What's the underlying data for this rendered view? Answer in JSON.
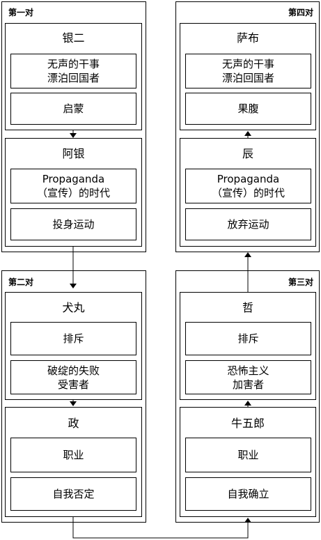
{
  "pairs": [
    {
      "label": "第一对",
      "members": [
        {
          "name": "银二",
          "boxes": [
            "无声的干事\n漂泊回国者",
            "启蒙"
          ]
        },
        {
          "name": "阿银",
          "boxes": [
            "Propaganda\n（宣传）的时代",
            "投身运动"
          ]
        }
      ]
    },
    {
      "label": "第二对",
      "members": [
        {
          "name": "犬丸",
          "boxes": [
            "排斥",
            "破绽的失败\n受害者"
          ]
        },
        {
          "name": "政",
          "boxes": [
            "职业",
            "自我否定"
          ]
        }
      ]
    },
    {
      "label": "第三对",
      "members": [
        {
          "name": "哲",
          "boxes": [
            "排斥",
            "恐怖主义\n加害者"
          ]
        },
        {
          "name": "牛五郎",
          "boxes": [
            "职业",
            "自我确立"
          ]
        }
      ]
    },
    {
      "label": "第四对",
      "members": [
        {
          "name": "萨布",
          "boxes": [
            "无声的干事\n漂泊回国者",
            "果腹"
          ]
        },
        {
          "name": "辰",
          "boxes": [
            "Propaganda\n（宣传）的时代",
            "放弃运动"
          ]
        }
      ]
    }
  ]
}
